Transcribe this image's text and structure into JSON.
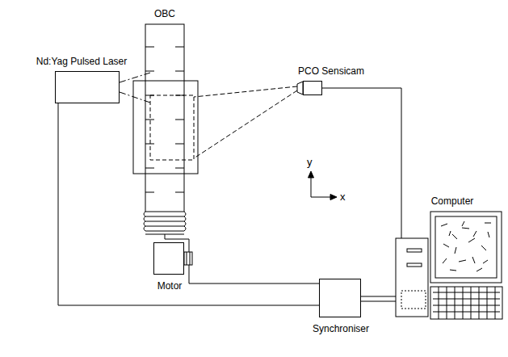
{
  "diagram": {
    "nodes": [
      {
        "text": [
          "OBC"
        ]
      },
      {
        "text": [
          "Nd:Yag Pulsed Laser"
        ]
      },
      {
        "text": [
          "PCO Sensicam"
        ]
      },
      {
        "text": [
          "Motor"
        ]
      },
      {
        "text": [
          "Synchroniser"
        ]
      },
      {
        "text": [
          "Computer"
        ]
      }
    ],
    "edges": [
      {
        "from": 3,
        "to": 0,
        "arrow": "none"
      },
      {
        "from": 1,
        "to": 4,
        "arrow": "none"
      },
      {
        "from": 3,
        "to": 4,
        "arrow": "none"
      },
      {
        "from": 2,
        "to": 5,
        "arrow": "none"
      },
      {
        "from": 4,
        "to": 5,
        "arrow": "none"
      }
    ],
    "labels": [
      "y",
      "x"
    ]
  }
}
